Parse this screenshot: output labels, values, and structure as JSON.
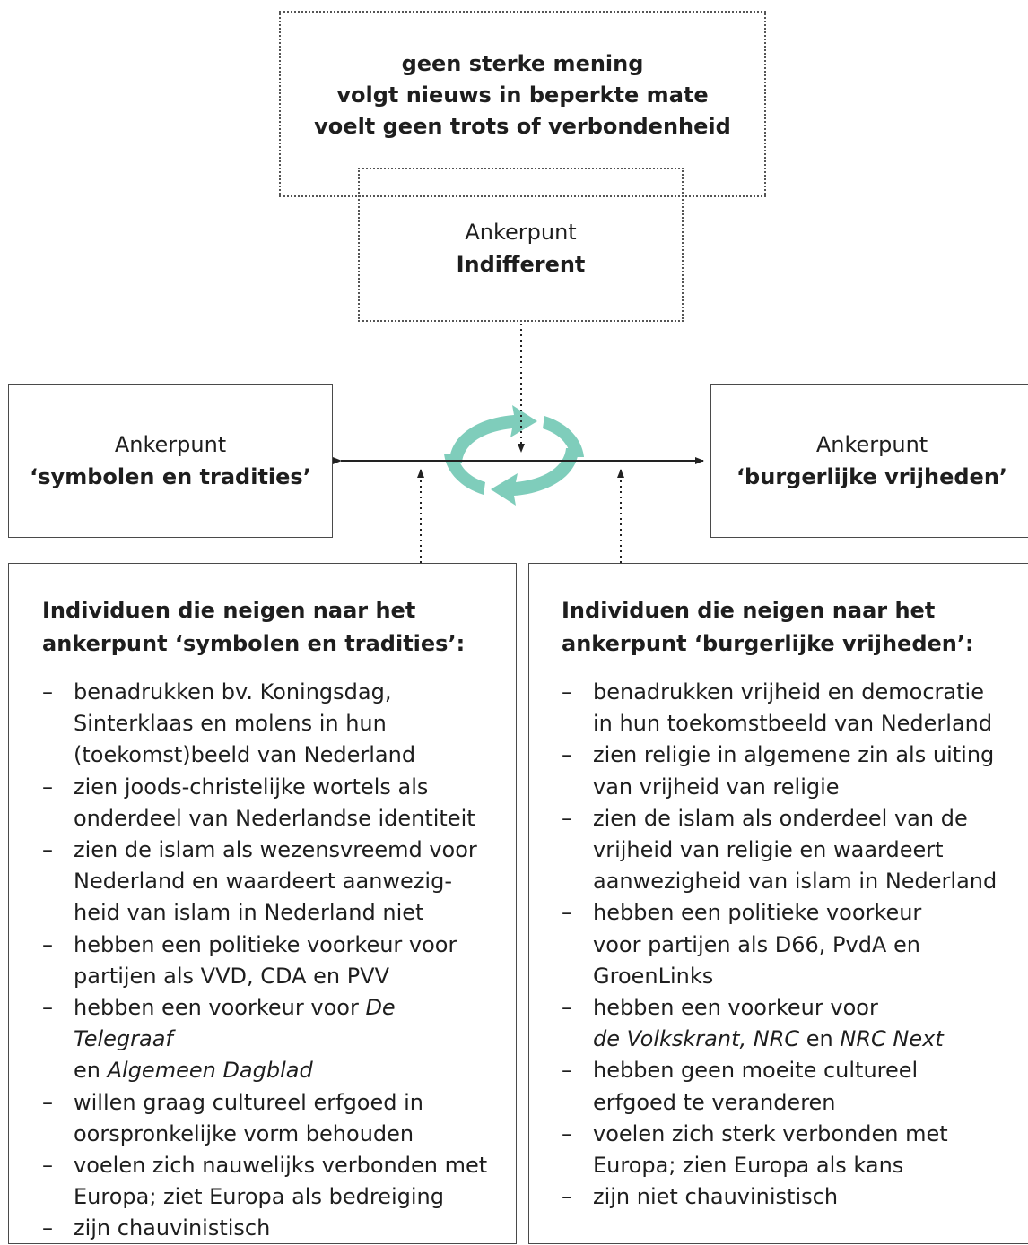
{
  "top": {
    "lines": [
      "geen sterke mening",
      "volgt nieuws in beperkte mate",
      "voelt geen trots of verbondenheid"
    ]
  },
  "indifferent": {
    "label": "Ankerpunt",
    "name": "Indifferent"
  },
  "left_anchor": {
    "label": "Ankerpunt",
    "name": "‘symbolen en tradities’"
  },
  "right_anchor": {
    "label": "Ankerpunt",
    "name": "‘burgerlijke vrijheden’"
  },
  "left_panel": {
    "title_line1": "Individuen die neigen naar het",
    "title_line2": "ankerpunt ‘symbolen en tradities’:",
    "items": {
      "i1_l1": "benadrukken bv. Koningsdag,",
      "i1_l2": "Sinterklaas en molens in hun",
      "i1_l3": "(toekomst)beeld van Nederland",
      "i2_l1": "zien joods-christelijke wortels als",
      "i2_l2": "onderdeel van Nederlandse identiteit",
      "i3_l1": "zien de islam als wezensvreemd voor",
      "i3_l2": "Nederland en waardeert aanwezig-",
      "i3_l3": "heid van islam in Nederland niet",
      "i4_l1": "hebben een politieke voorkeur voor",
      "i4_l2": "partijen als VVD, CDA en PVV",
      "i5_l1_a": "hebben een voorkeur voor ",
      "i5_l1_b": "De Telegraaf",
      "i5_l2_a": "en ",
      "i5_l2_b": "Algemeen Dagblad",
      "i6_l1": "willen graag cultureel erfgoed in",
      "i6_l2": "oorspronkelijke vorm behouden",
      "i7_l1": "voelen zich nauwelijks verbonden met",
      "i7_l2": "Europa; ziet Europa als bedreiging",
      "i8_l1": "zijn chauvinistisch"
    }
  },
  "right_panel": {
    "title_line1": "Individuen die neigen naar het",
    "title_line2": "ankerpunt ‘burgerlijke vrijheden’:",
    "items": {
      "i1_l1": "benadrukken vrijheid en democratie",
      "i1_l2": "in hun toekomstbeeld van Nederland",
      "i2_l1": "zien religie in algemene zin als uiting",
      "i2_l2": "van vrijheid van religie",
      "i3_l1": "zien de islam als onderdeel van de",
      "i3_l2": "vrijheid van religie en waardeert",
      "i3_l3": "aanwezigheid van islam in Nederland",
      "i4_l1": "hebben een politieke voorkeur",
      "i4_l2": "voor partijen als D66, PvdA en",
      "i4_l3": "GroenLinks",
      "i5_l1": "hebben een voorkeur voor",
      "i5_l2_a": "de Volkskrant",
      "i5_l2_b": ", ",
      "i5_l2_c": "NRC",
      "i5_l2_d": " en ",
      "i5_l2_e": "NRC Next",
      "i6_l1": "hebben geen moeite cultureel",
      "i6_l2": "erfgoed te veranderen",
      "i7_l1": "voelen zich sterk verbonden met",
      "i7_l2": "Europa; zien Europa als kans",
      "i8_l1": "zijn niet chauvinistisch"
    }
  },
  "colors": {
    "cycle_arrows": "#7fcdbb",
    "lines": "#222222"
  },
  "icons": {
    "cycle": "cycle-arrows-icon"
  }
}
